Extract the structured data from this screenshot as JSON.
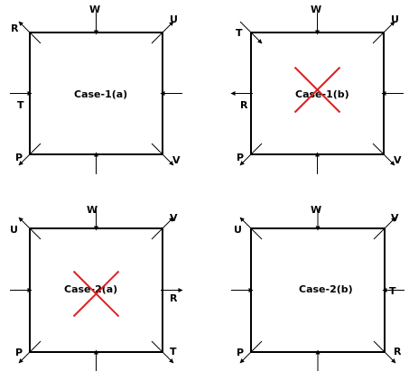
{
  "colors": {
    "line": "#000000",
    "cross": "#e02020",
    "background": "#ffffff"
  },
  "panels": [
    {
      "case_label": "Case-1(a)",
      "crossed": false,
      "labels": {
        "top_left": "R",
        "top": "W",
        "top_right": "U",
        "left": "T",
        "right": "",
        "bottom_left": "P",
        "bottom_right": "V"
      },
      "arrows": {
        "top_left": "out",
        "top_right": "out",
        "bottom_left": "out",
        "bottom_right": "out",
        "top": "in",
        "bottom": "in",
        "left": "in",
        "right": "in"
      }
    },
    {
      "case_label": "Case-1(b)",
      "crossed": true,
      "labels": {
        "top_left": "T",
        "top": "W",
        "top_right": "U",
        "left": "R",
        "right": "",
        "bottom_left": "P",
        "bottom_right": "V"
      },
      "arrows": {
        "top_left": "in",
        "top_right": "out",
        "bottom_left": "out",
        "bottom_right": "out",
        "top": "in",
        "bottom": "in",
        "left": "out",
        "right": "in"
      }
    },
    {
      "case_label": "Case-2(a)",
      "crossed": true,
      "labels": {
        "top_left": "U",
        "top": "W",
        "top_right": "V",
        "left": "",
        "right": "R",
        "bottom_left": "P",
        "bottom_right": "T"
      },
      "arrows": {
        "top_left": "out",
        "top_right": "out",
        "bottom_left": "out",
        "bottom_right": "out",
        "top": "in",
        "bottom": "in",
        "left": "in",
        "right": "out"
      }
    },
    {
      "case_label": "Case-2(b)",
      "crossed": false,
      "labels": {
        "top_left": "U",
        "top": "W",
        "top_right": "V",
        "left": "",
        "right": "T",
        "bottom_left": "P",
        "bottom_right": "R"
      },
      "arrows": {
        "top_left": "out",
        "top_right": "out",
        "bottom_left": "out",
        "bottom_right": "out",
        "top": "in",
        "bottom": "in",
        "left": "in",
        "right": "in"
      }
    }
  ]
}
